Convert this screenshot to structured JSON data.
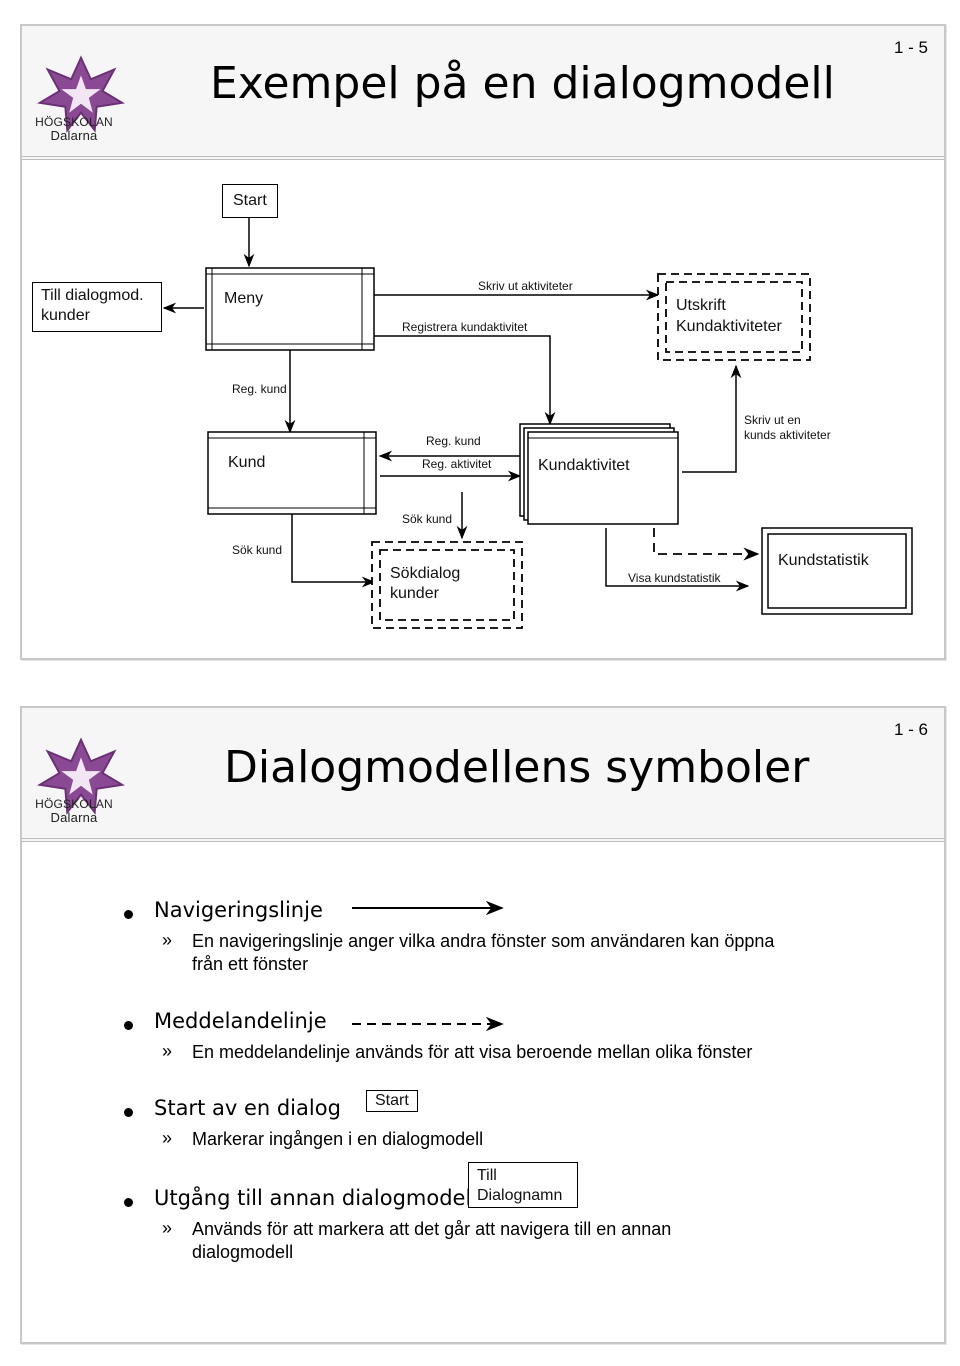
{
  "slide1": {
    "page_number": "1 - 5",
    "title": "Exempel på en dialogmodell",
    "logo": {
      "line1": "HÖGSKOLAN",
      "line2": "Dalarna",
      "icon": "star-flower-logo"
    },
    "nodes": {
      "start": "Start",
      "till_dialog": [
        "Till dialogmod.",
        "kunder"
      ],
      "meny": "Meny",
      "utskrift": [
        "Utskrift",
        "Kundaktiviteter"
      ],
      "kund": "Kund",
      "kundaktivitet": "Kundaktivitet",
      "sokdialog": [
        "Sökdialog",
        "kunder"
      ],
      "kundstatistik": "Kundstatistik"
    },
    "edge_labels": {
      "skriv_ut_aktiviteter": "Skriv ut aktiviteter",
      "registrera_kundaktivitet": "Registrera kundaktivitet",
      "reg_kund_1": "Reg. kund",
      "reg_kund_2": "Reg. kund",
      "reg_aktivitet": "Reg. aktivitet",
      "skriv_ut_kunds": [
        "Skriv ut en",
        "kunds  aktiviteter"
      ],
      "sok_kund_1": "Sök kund",
      "sok_kund_2": "Sök kund",
      "visa_kundstatistik": "Visa kundstatistik"
    }
  },
  "slide2": {
    "page_number": "1 - 6",
    "title": "Dialogmodellens symboler",
    "logo": {
      "line1": "HÖGSKOLAN",
      "line2": "Dalarna",
      "icon": "star-flower-logo"
    },
    "items": [
      {
        "heading": "Navigeringslinje",
        "sub": [
          "En navigeringslinje anger vilka andra fönster som användaren kan öppna",
          "från ett fönster"
        ]
      },
      {
        "heading": "Meddelandelinje",
        "sub": [
          "En meddelandelinje används för att visa beroende mellan olika fönster"
        ]
      },
      {
        "heading": "Start av en dialog",
        "sub": [
          "Markerar ingången i en dialogmodell"
        ]
      },
      {
        "heading": "Utgång till annan dialogmodell",
        "sub": [
          "Används för att markera att det går att navigera till en annan",
          "dialogmodell"
        ]
      }
    ],
    "sub_marker": "»",
    "legend": {
      "start_box": "Start",
      "till_box": [
        "Till",
        "Dialognamn"
      ]
    }
  }
}
